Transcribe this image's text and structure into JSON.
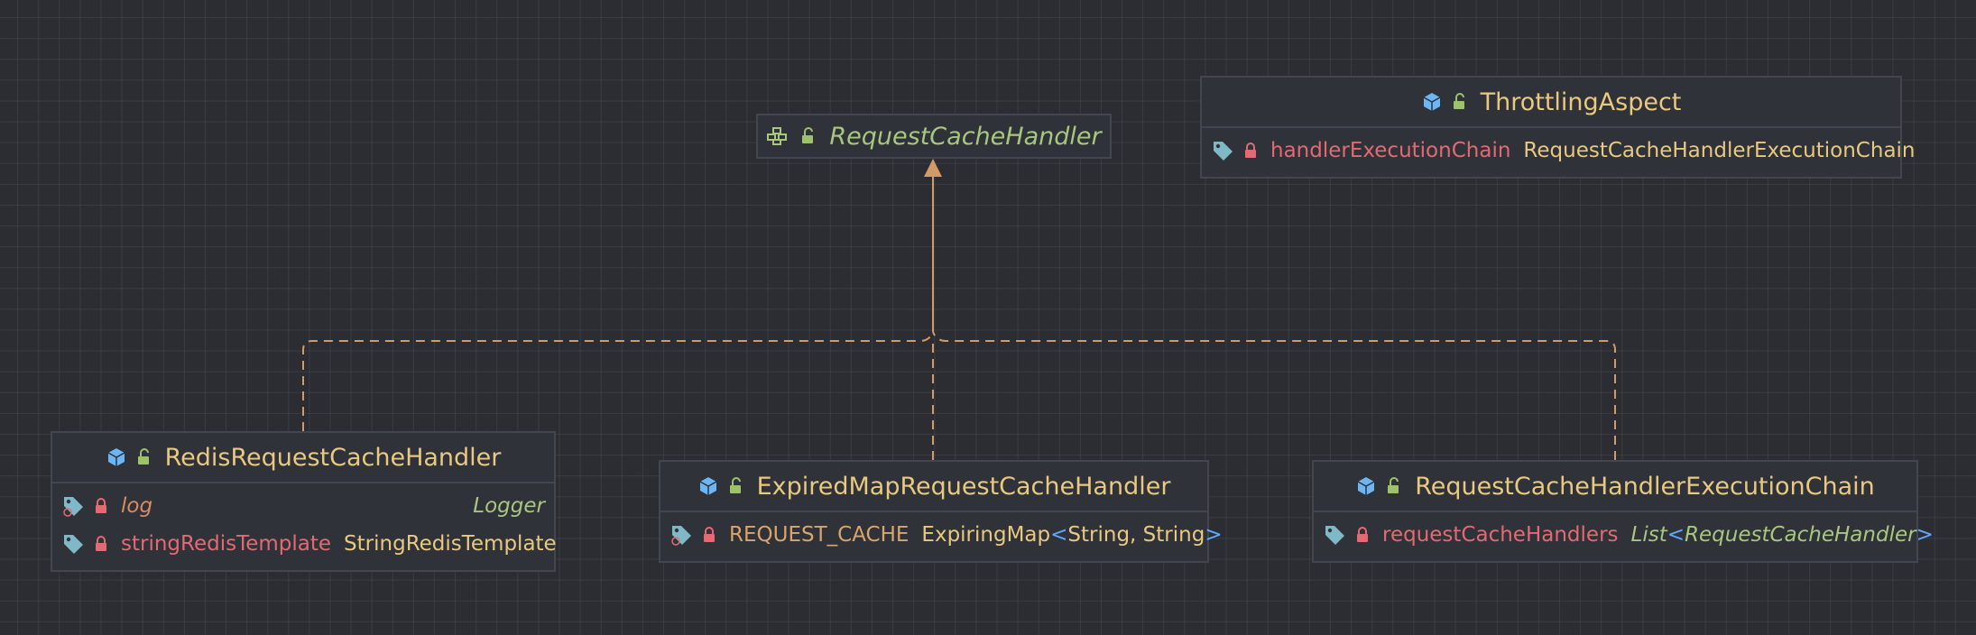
{
  "diagram": {
    "nodes": {
      "request_cache_handler": {
        "title": "RequestCacheHandler",
        "kind": "interface",
        "icons": [
          "interface-icon",
          "lock-open-icon"
        ]
      },
      "throttling_aspect": {
        "title": "ThrottlingAspect",
        "kind": "class",
        "fields": [
          {
            "name": "handlerExecutionChain",
            "type": "RequestCacheHandlerExecutionChain",
            "modifier": "private"
          }
        ]
      },
      "redis_handler": {
        "title": "RedisRequestCacheHandler",
        "kind": "class",
        "fields": [
          {
            "name": "log",
            "type": "Logger",
            "modifier": "private static"
          },
          {
            "name": "stringRedisTemplate",
            "type": "StringRedisTemplate",
            "modifier": "private"
          }
        ]
      },
      "expired_map_handler": {
        "title": "ExpiredMapRequestCacheHandler",
        "kind": "class",
        "fields": [
          {
            "name": "REQUEST_CACHE",
            "type_base": "ExpiringMap",
            "type_open": "<",
            "type_args": "String, String",
            "type_close": ">",
            "modifier": "private static final"
          }
        ]
      },
      "execution_chain": {
        "title": "RequestCacheHandlerExecutionChain",
        "kind": "class",
        "fields": [
          {
            "name": "requestCacheHandlers",
            "type_base": "List",
            "type_open": "<",
            "type_args": "RequestCacheHandler",
            "type_close": ">",
            "modifier": "private"
          }
        ]
      }
    },
    "edges": [
      {
        "from": "RedisRequestCacheHandler",
        "to": "RequestCacheHandler",
        "relation": "implements"
      },
      {
        "from": "ExpiredMapRequestCacheHandler",
        "to": "RequestCacheHandler",
        "relation": "implements"
      },
      {
        "from": "RequestCacheHandlerExecutionChain",
        "to": "RequestCacheHandler",
        "relation": "implements"
      }
    ],
    "colors": {
      "background": "#2b2d33",
      "node_fill": "#2f3238",
      "node_border": "#43464e",
      "class_title": "#e9c87f",
      "interface_title": "#a8c77e",
      "field_name": "#e36a72",
      "generic_bracket": "#5aa8ff",
      "class_icon": "#6cb6f5",
      "lock_icon": "#e36a72",
      "lock_open_icon": "#9cc26a",
      "edge": "#d49a66"
    }
  }
}
